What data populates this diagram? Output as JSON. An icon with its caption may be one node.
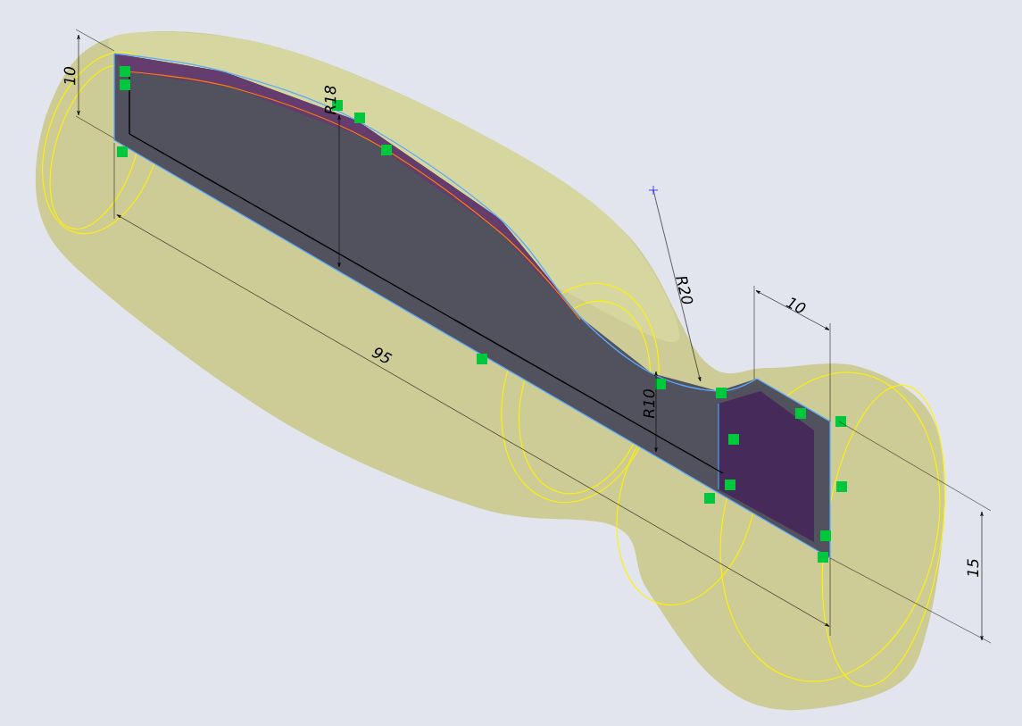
{
  "diagram": {
    "labels": [
      "10",
      "R18",
      "R20",
      "10",
      "95",
      "R10",
      "15"
    ]
  }
}
